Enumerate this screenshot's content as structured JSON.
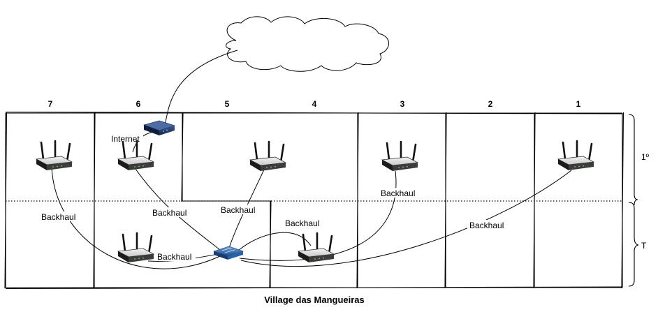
{
  "building": {
    "title": "Village das Mangueiras",
    "units": [
      "7",
      "6",
      "5",
      "4",
      "3",
      "2",
      "1"
    ],
    "floors": {
      "upper": "1º",
      "lower": "T"
    }
  },
  "labels": {
    "internet": "Internet",
    "backhaul": "Backhaul"
  },
  "devices": {
    "cloud": "cloud-icon",
    "modem": "modem-icon",
    "switch": "network-switch-icon",
    "access_point": "wireless-router-icon"
  }
}
